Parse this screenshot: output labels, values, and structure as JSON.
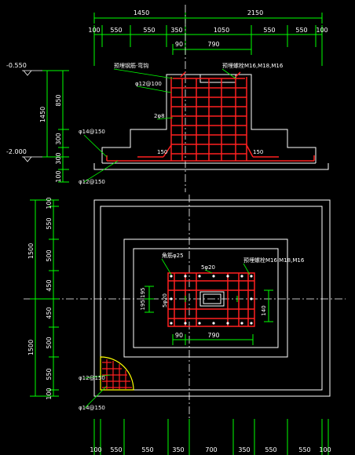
{
  "colors": {
    "background": "#000000",
    "outline": "#ffffff",
    "dimension": "#00ff00",
    "rebar": "#ff2020",
    "centerline": "#ffffff",
    "hatch": "#ffff00"
  },
  "section": {
    "top_dims_row1": [
      "1450",
      "2150"
    ],
    "top_dims_row2": [
      "100",
      "550",
      "550",
      "350",
      "1050",
      "550",
      "550",
      "100"
    ],
    "top_dims_row3": [
      "90",
      "790"
    ],
    "elevations": [
      "-0.550",
      "-2.000"
    ],
    "left_dims_outer": "1450",
    "left_dims_inner": [
      "850",
      "300",
      "300",
      "100"
    ],
    "notes": {
      "hook_note": "预埋钢筋·弯钩",
      "anchor_note": "预埋螺栓M16,M18,M16",
      "stirrup": "φ12@100",
      "bar_2": "2φ8",
      "bar_left": "φ14@150",
      "bar_bottom": "φ12@150",
      "cover_left": "150",
      "cover_right": "150"
    }
  },
  "plan": {
    "left_dims_outer": [
      "1500",
      "1500"
    ],
    "left_dims_inner": [
      "100",
      "550",
      "500",
      "450",
      "450",
      "500",
      "550",
      "100"
    ],
    "notes": {
      "corner_bar": "角筋φ25",
      "anchor_note": "预埋螺栓M16,M18,M16",
      "top_bar": "5φ20",
      "side_bar": "5φ20",
      "dim_left": "195 195",
      "dim_right": "140",
      "bottom_90": "90",
      "bottom_790": "790",
      "mesh_1": "φ12@150",
      "mesh_2": "φ14@150"
    },
    "bottom_dims": [
      "100",
      "550",
      "550",
      "350",
      "700",
      "350",
      "550",
      "550",
      "100"
    ]
  }
}
